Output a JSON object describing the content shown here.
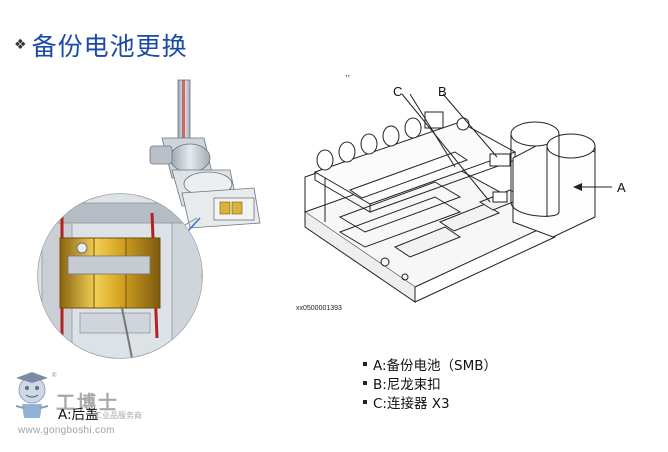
{
  "slide": {
    "bullet_icon": "diamond-bullet-icon",
    "title": "备份电池更换"
  },
  "robot_illustration": {
    "description_icon": "robot-arm-battery-closeup-icon"
  },
  "diagram": {
    "part_code": "xx0500001393",
    "label_a": "A",
    "label_b": "B",
    "label_c": "C"
  },
  "legend": [
    {
      "text": "A:备份电池（SMB）"
    },
    {
      "text": "B:尼龙束扣"
    },
    {
      "text": "C:连接器 X3"
    }
  ],
  "caption": {
    "text": "A:后盖"
  },
  "watermark": {
    "name": "工博士",
    "subtitle": "工业品服务商",
    "url": "www.gongboshi.com",
    "registered": "®"
  },
  "colors": {
    "title": "#1a4aa8",
    "battery_gold": "#c99a1c",
    "line": "#222222"
  }
}
